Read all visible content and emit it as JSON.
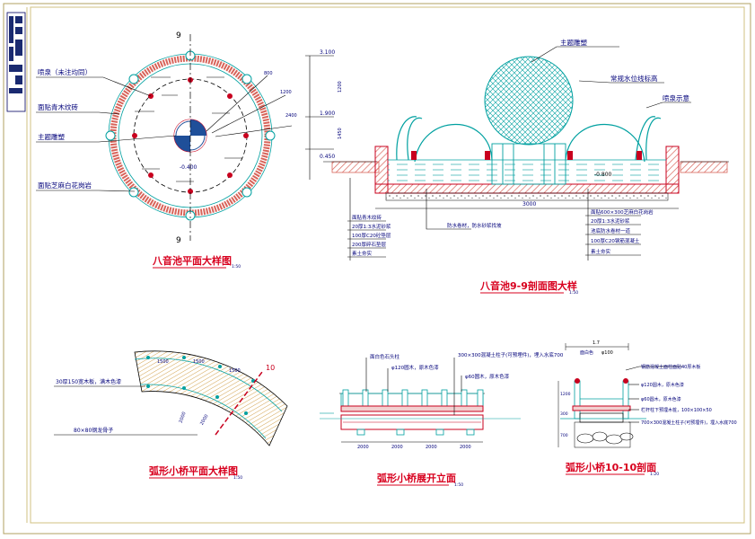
{
  "titles": {
    "plan": "八音池平面大样图",
    "section": "八音池9-9剖面图大样",
    "bridge_plan": "弧形小桥平面大样图",
    "bridge_elev": "弧形小桥展开立面",
    "bridge_section": "弧形小桥10-10剖面"
  },
  "scales": {
    "plan": "1:50",
    "section": "1:50",
    "bridge_plan": "1:50",
    "bridge_elev": "1:50",
    "bridge_section": "1:20"
  },
  "plan": {
    "section_mark_top": "9",
    "section_mark_bottom": "9",
    "left_labels": [
      "喷泉（未注均同）",
      "面贴青木纹砖",
      "主题雕塑",
      "面贴芝麻白花岗岩"
    ],
    "level": "-0.400"
  },
  "section": {
    "top_labels": [
      "主题雕塑",
      "常规水位线标高",
      "喷泉示意"
    ],
    "levels": [
      "3.100",
      "1.900",
      "0.450",
      "-0.800"
    ],
    "dimension": "3000",
    "left_notes": [
      "面贴青木纹砖",
      "20厚1:3水泥砂浆",
      "100厚C20砼垫层",
      "200厚碎石垫层",
      "素土夯实"
    ],
    "middle_note": "防水卷材，防水砂浆找坡",
    "right_notes": [
      "面贴600×300芝麻白花岗岩",
      "20厚1:3水泥砂浆",
      "池底防水卷材一道",
      "100厚C20钢筋混凝土",
      "素土夯实"
    ]
  },
  "bridge_plan": {
    "section_mark": "10",
    "note_deck": "30厚150宽木板，满木色漆",
    "note_joist": "80×80钢龙骨子"
  },
  "bridge_elev": {
    "notes": [
      "面白色石头柱",
      "φ120圆木，原木色漆",
      "300×300混凝土柱子(可预埋件)，埋入水底700",
      "φ60圆木，原木色漆"
    ],
    "dims": [
      "2000",
      "2000",
      "2000",
      "2000"
    ]
  },
  "bridge_section": {
    "top_dims": [
      "1.7",
      "φ100"
    ],
    "top_note": "面白色",
    "notes": [
      "钢筋混凝土面柱面贴40厚木板",
      "φ120圆木，原木色漆",
      "φ60圆木，原木色漆",
      "栏杆柱下预埋木桩，100×100×50",
      "700×300混凝土柱子(可预埋件)，埋入水底700"
    ]
  },
  "colors": {
    "ink": "#00007a",
    "accent": "#00a0a0",
    "red": "#c8001e",
    "brick": "#d8645a",
    "frame": "#d0c080"
  }
}
